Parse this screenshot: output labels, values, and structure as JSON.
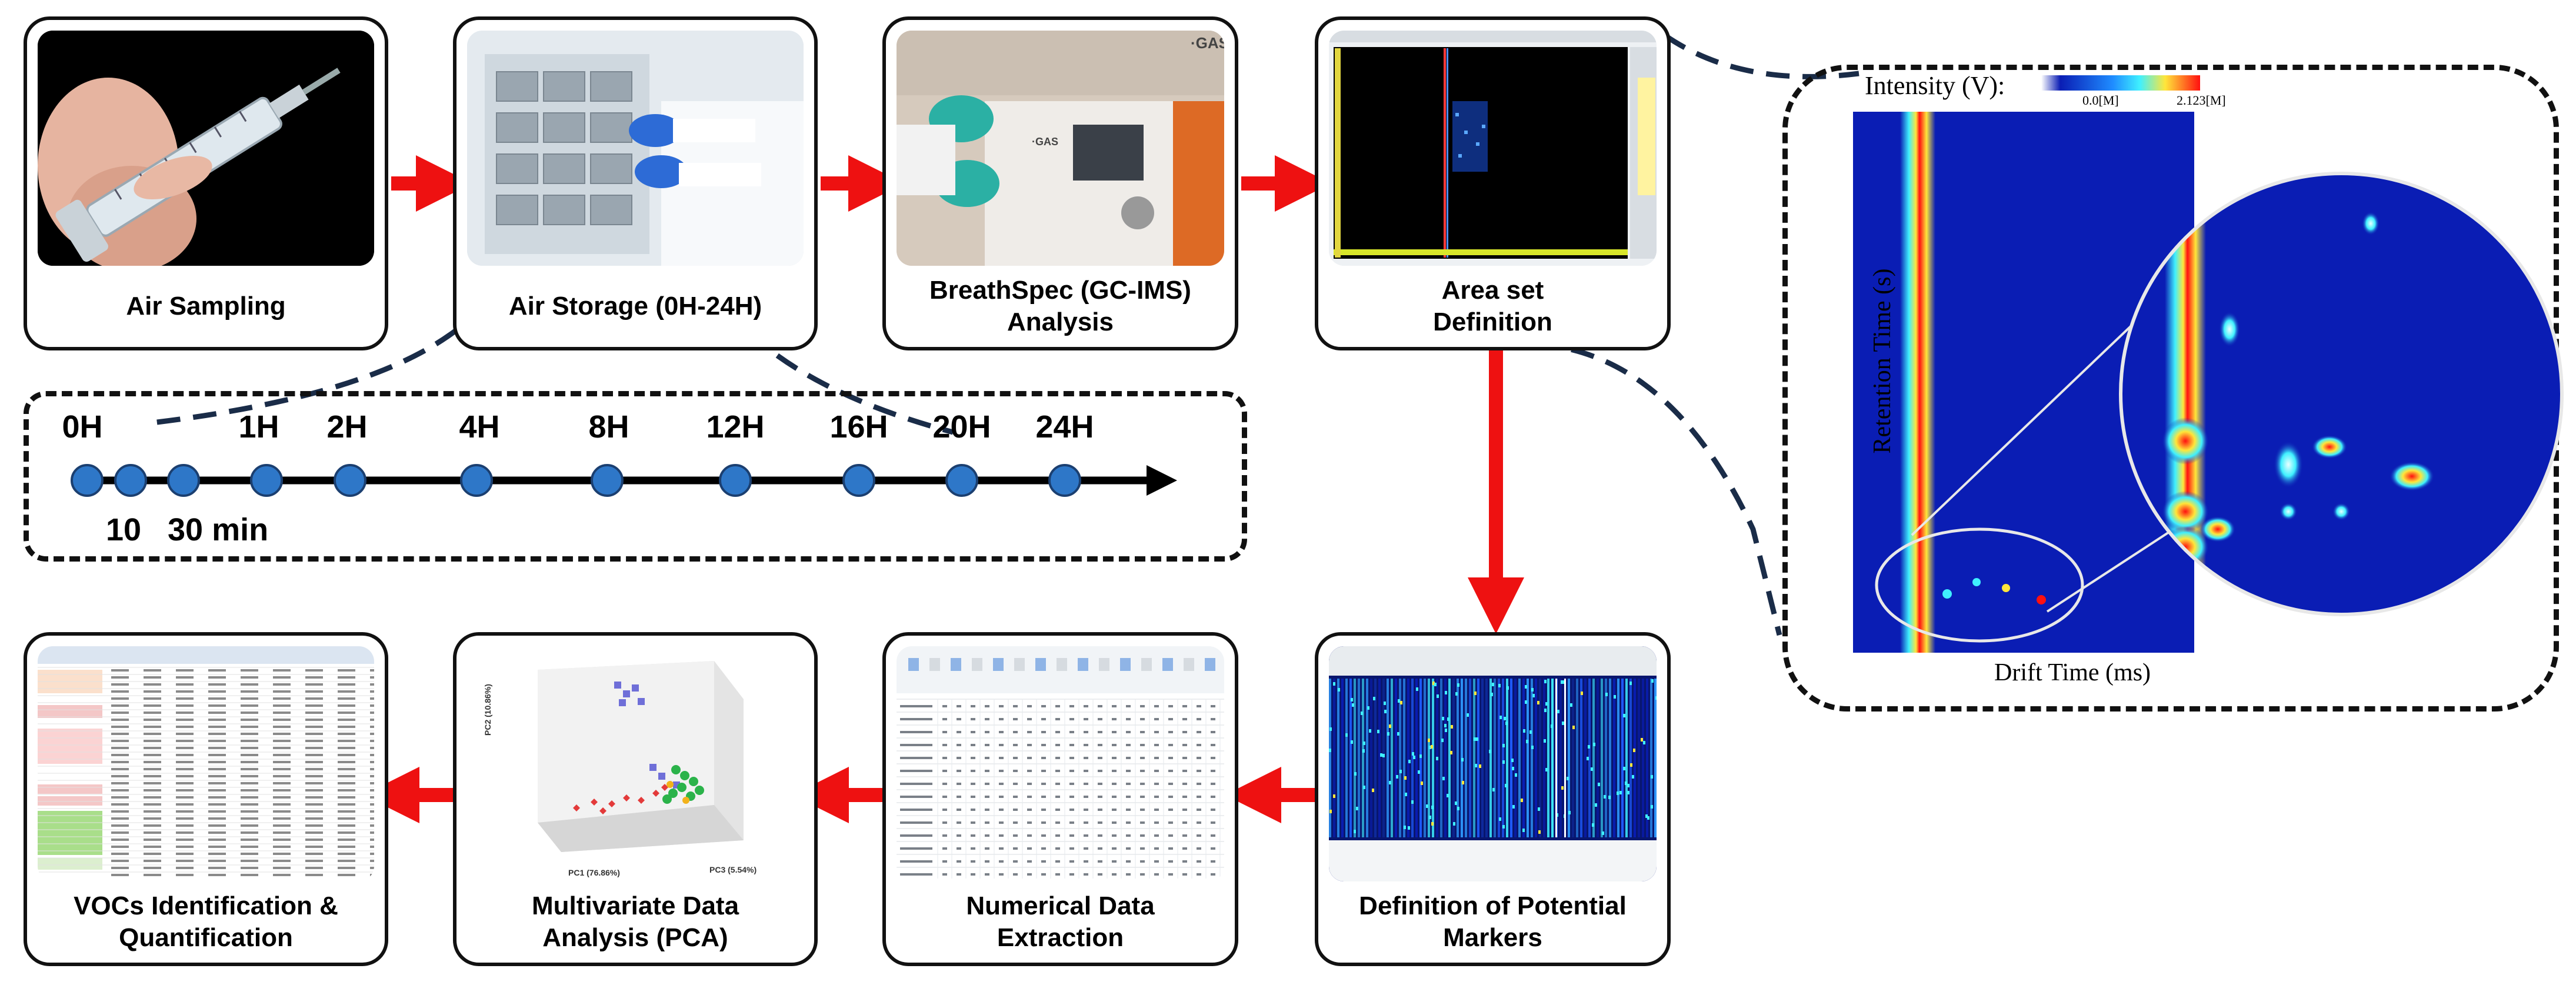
{
  "steps": {
    "air_sampling": "Air Sampling",
    "air_storage": "Air Storage (0H-24H)",
    "gc_ims": "BreathSpec (GC-IMS)\nAnalysis",
    "area_set": "Area set\nDefinition",
    "markers": "Definition of Potential\nMarkers",
    "extraction": "Numerical Data\nExtraction",
    "multivariate": "Multivariate Data\nAnalysis (PCA)",
    "vocs": "VOCs Identification &\nQuantification"
  },
  "timeline": {
    "labels": [
      "0H",
      "1H",
      "2H",
      "4H",
      "8H",
      "12H",
      "16H",
      "20H",
      "24H"
    ],
    "sub_labels": [
      "10",
      "30 min"
    ]
  },
  "zoom_panel": {
    "intensity_label": "Intensity (V):",
    "scale_min": "0.0[M]",
    "scale_max": "2.123[M]",
    "y_axis": "Retention Time (s)",
    "x_axis": "Drift Time (ms)"
  },
  "pca": {
    "x_axis": "PC1 (76.86%)",
    "y_axis": "PC2 (10.86%)",
    "z_axis": "PC3 (5.54%)"
  },
  "colors": {
    "arrow": "#ee1111",
    "dash": "#1a2c48",
    "dot": "#2e77c8",
    "heatmap_bg": "#0a1db4"
  }
}
